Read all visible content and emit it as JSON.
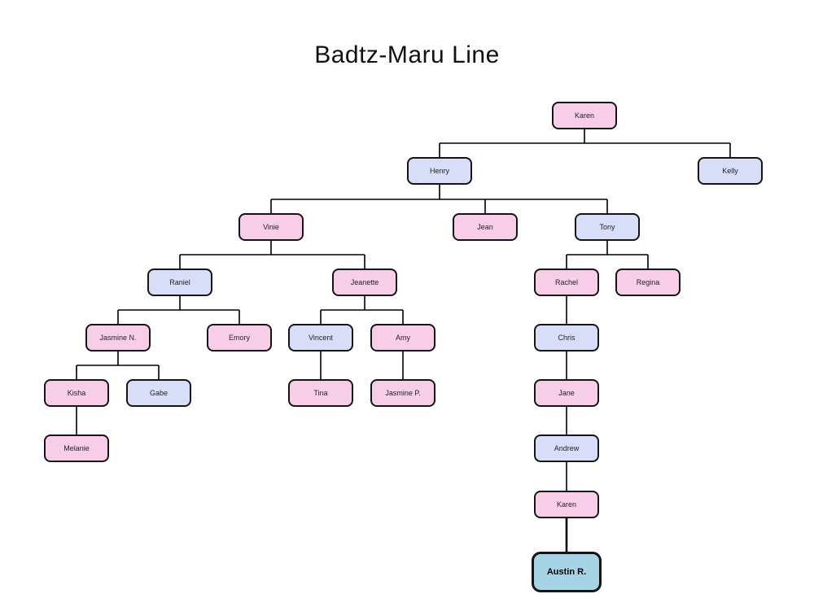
{
  "title": "Badtz-Maru Line",
  "colors": {
    "pink": "#f8cde7",
    "blue": "#d8def8",
    "highlight": "#a6d4e6",
    "line": "#000000",
    "background": "#ffffff"
  },
  "nodes": [
    {
      "id": "karen-1",
      "label": "Karen",
      "variant": "pink"
    },
    {
      "id": "henry",
      "label": "Henry",
      "variant": "blue"
    },
    {
      "id": "kelly",
      "label": "Kelly",
      "variant": "blue"
    },
    {
      "id": "vinie",
      "label": "Vinie",
      "variant": "pink"
    },
    {
      "id": "jean",
      "label": "Jean",
      "variant": "pink"
    },
    {
      "id": "tony",
      "label": "Tony",
      "variant": "blue"
    },
    {
      "id": "raniel",
      "label": "Raniel",
      "variant": "blue"
    },
    {
      "id": "jeanette",
      "label": "Jeanette",
      "variant": "pink"
    },
    {
      "id": "rachel",
      "label": "Rachel",
      "variant": "pink"
    },
    {
      "id": "regina",
      "label": "Regina",
      "variant": "pink"
    },
    {
      "id": "jasmine-n",
      "label": "Jasmine N.",
      "variant": "pink"
    },
    {
      "id": "emory",
      "label": "Emory",
      "variant": "pink"
    },
    {
      "id": "vincent",
      "label": "Vincent",
      "variant": "blue"
    },
    {
      "id": "amy",
      "label": "Amy",
      "variant": "pink"
    },
    {
      "id": "chris",
      "label": "Chris",
      "variant": "blue"
    },
    {
      "id": "kisha",
      "label": "Kisha",
      "variant": "pink"
    },
    {
      "id": "gabe",
      "label": "Gabe",
      "variant": "blue"
    },
    {
      "id": "tina",
      "label": "Tina",
      "variant": "pink"
    },
    {
      "id": "jasmine-p",
      "label": "Jasmine P.",
      "variant": "pink"
    },
    {
      "id": "jane",
      "label": "Jane",
      "variant": "pink"
    },
    {
      "id": "melanie",
      "label": "Melanie",
      "variant": "pink"
    },
    {
      "id": "andrew",
      "label": "Andrew",
      "variant": "blue"
    },
    {
      "id": "karen-2",
      "label": "Karen",
      "variant": "pink"
    },
    {
      "id": "austin-r",
      "label": "Austin R.",
      "variant": "highlight"
    }
  ],
  "edges": [
    {
      "from": "karen-1",
      "to": [
        "henry",
        "kelly"
      ]
    },
    {
      "from": "henry",
      "to": [
        "vinie",
        "jean",
        "tony"
      ]
    },
    {
      "from": "vinie",
      "to": [
        "raniel",
        "jeanette"
      ]
    },
    {
      "from": "tony",
      "to": [
        "rachel",
        "regina"
      ]
    },
    {
      "from": "raniel",
      "to": [
        "jasmine-n",
        "emory"
      ]
    },
    {
      "from": "jeanette",
      "to": [
        "vincent",
        "amy"
      ]
    },
    {
      "from": "jasmine-n",
      "to": [
        "kisha",
        "gabe"
      ]
    },
    {
      "from": "vincent",
      "to": [
        "tina"
      ]
    },
    {
      "from": "amy",
      "to": [
        "jasmine-p"
      ]
    },
    {
      "from": "kisha",
      "to": [
        "melanie"
      ]
    },
    {
      "from": "rachel",
      "to": [
        "chris"
      ]
    },
    {
      "from": "chris",
      "to": [
        "jane"
      ]
    },
    {
      "from": "jane",
      "to": [
        "andrew"
      ]
    },
    {
      "from": "andrew",
      "to": [
        "karen-2"
      ]
    },
    {
      "from": "karen-2",
      "to": [
        "austin-r"
      ],
      "thick": true
    }
  ]
}
